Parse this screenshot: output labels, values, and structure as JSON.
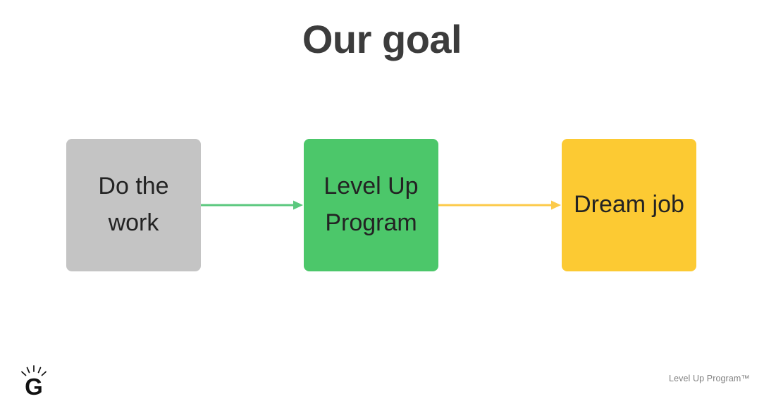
{
  "slide": {
    "title": "Our goal",
    "background_color": "#ffffff",
    "title_color": "#3c3c3c"
  },
  "diagram": {
    "type": "flow",
    "nodes": [
      {
        "id": "do-the-work",
        "label": "Do the work",
        "color": "#c4c4c4",
        "text_color": "#232323"
      },
      {
        "id": "level-up-program",
        "label": "Level Up Program",
        "color": "#4cc76a",
        "text_color": "#232323"
      },
      {
        "id": "dream-job",
        "label": "Dream job",
        "color": "#fcca33",
        "text_color": "#232323"
      }
    ],
    "connectors": [
      {
        "id": "arrow-work-to-program",
        "from": "do-the-work",
        "to": "level-up-program",
        "color": "#5bc87e"
      },
      {
        "id": "arrow-program-to-dream",
        "from": "level-up-program",
        "to": "dream-job",
        "color": "#fcca4a"
      }
    ]
  },
  "footer": {
    "logo_letter": "G",
    "logo_name": "g-sparkle-logo",
    "attribution": "Level Up Program™",
    "attribution_color": "#808080"
  }
}
